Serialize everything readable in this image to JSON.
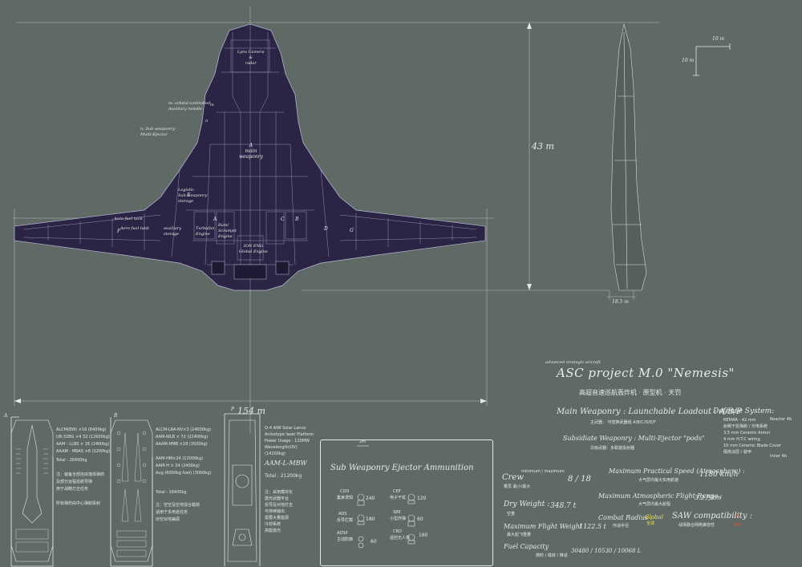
{
  "dimensions": {
    "span": "154 m",
    "length": "43 m",
    "side_width": "18.5 m",
    "scale_h": "10 m",
    "scale_v": "10 m"
  },
  "plan_labels": {
    "sensor": "Lynx Camera\n&\nradar",
    "orbital": "m: orbital-controlled\nAuxiliary missile",
    "sub_weaponry": "n: Sub weaponry-\nMulti-Ejector",
    "n_mark": "n",
    "m_mark": "m",
    "main_weaponry": "A\nmain\nweaponry",
    "logistic": "Logistic\nSub weaponry\nstorage",
    "auxiliary": "auxiliary\nstorage",
    "turbofan": "Turbofan\nEngine",
    "ramjet": "Ram/\nScramjet\nEngine",
    "aero_fuel": "Aero fuel tank",
    "aero_fuel_2": "Aero fuel tank",
    "f": "F",
    "e": "E",
    "b": "B",
    "c": "C",
    "d": "D",
    "g": "G",
    "a": "A",
    "ion": "ION ENG\nGlobal Engine"
  },
  "title_block": {
    "overline": "advanced strategic aircraft",
    "title": "ASC project M.0 \"Nemesis\"",
    "subtitle": "高超音速巡航轰炸机 · 原型机 · 天罚",
    "main_weaponry": "Main Weaponry :  Launchable Loadout : A/B/P",
    "main_weaponry_cn": "主武器：  可替换武器组  A/B/C/D/E/F",
    "sub_weaponry": "Subsidiate Weaponry : Multi-Ejector \"pods\"",
    "sub_weaponry_cn": "次级武器：多联装投射器",
    "defense": "Defense System:",
    "defense_lines": [
      "REMAR - 42 mm",
      "射频干扰弹舱 / 光电系统",
      "3.5 mm  Ceramic Armor",
      "4 mm  H.T.C  wiring",
      "10 mm  Ceramic Blade Cover",
      "隔热涂层 / 装甲"
    ],
    "defense_side": [
      "Reactor 4b",
      "Inner 4b"
    ],
    "crew": "Crew",
    "crew_sub": "minimum / maximum",
    "crew_cn": "乘员  最小/最大",
    "crew_val": "8 / 18",
    "dry": "Dry Weight :",
    "dry_cn": "空重",
    "dry_val": "348.7 t",
    "mtow": "Maximum Flight Weight :",
    "mtow_cn": "最大起飞重量",
    "mtow_val": "1122.5 t",
    "fuel": "Fuel Capacity",
    "fuel_cn": "燃料 / 载荷 / 推进",
    "fuel_val": "30480 / 10530 / 10068 L",
    "speed": "Maximum Practical Speed (Atmosphere) :",
    "speed_cn": "大气层内最大实用航速",
    "speed_val": "1180 km/h",
    "ceiling": "Maximum Atmospheric Flight Range :",
    "ceiling_cn": "大气层内最大航程",
    "ceiling_val": "3.2万km",
    "radius": "Combat Radius :",
    "radius_cn": "作战半径",
    "radius_val": "Global",
    "radius_val_cn": "全球",
    "saw": "SAW compatibility :",
    "saw_cn": "战场融合网络兼容性",
    "saw_val": "✓",
    "saw_val_cn": "支持"
  },
  "panel_a": {
    "tag": "A",
    "lines": [
      "ALCM(BW) ×16  (8400kg)",
      "UB-32BG ×4  32 (12600kg)",
      "AAM - LLBS × 16  (2400kg)",
      "AAAM - MRAS ×8 (3200kg)",
      "Total : 26400kg",
      "",
      "注：装备全部自由落体弹药",
      "及部分远程巡航导弹",
      "用于战略打击任务",
      "",
      "所有弹药由中心弹舱投射"
    ]
  },
  "panel_b": {
    "tag": "B",
    "lines": [
      "ALCM-LRA-NV×3 (24000kg)",
      "AAM-WLB × 72 (22400kg)",
      "AAAM-HMB ×18 (3500kg)",
      "",
      "AAM-HM×24 (12000kg)",
      "AAM-H × 24 (2400kg)",
      "Aug (6000kg fuel) (3000kg)",
      "",
      "Total : 18400kg",
      "",
      "注：空空及空地混合载荷",
      "适用于多用途任务",
      "对空对地兼顾"
    ]
  },
  "panel_p": {
    "tag": "P",
    "lines": [
      "Q-4 AIW  Solar Lance",
      "Anisotype laser Platform",
      "Power Usage : 120MW",
      "Wavelength(UV)",
      "(14200kg)",
      "AAM-L-MBW",
      "Total : 21200kg",
      "",
      "注：采用模块化",
      "激光武器平台",
      "反导及对地打击",
      "可持续输出",
      "需要大量能源",
      "冷却系统",
      "高能激光"
    ]
  },
  "sub_ammo": {
    "title": "Sub Weaponry Ejector Ammunition",
    "scale": "2m",
    "items": [
      {
        "code": "CDD",
        "cn": "集束诱饵",
        "qty": "240"
      },
      {
        "code": "CEP",
        "cn": "电子干扰",
        "qty": "120"
      },
      {
        "code": "ADS",
        "cn": "反导拦截",
        "qty": "180"
      },
      {
        "code": "ADSP",
        "cn": "主动防御",
        "qty": "60"
      },
      {
        "code": "SBE",
        "cn": "小型炸弹",
        "qty": "60"
      },
      {
        "code": "CRD",
        "cn": "遥控无人机",
        "qty": "160"
      }
    ]
  }
}
